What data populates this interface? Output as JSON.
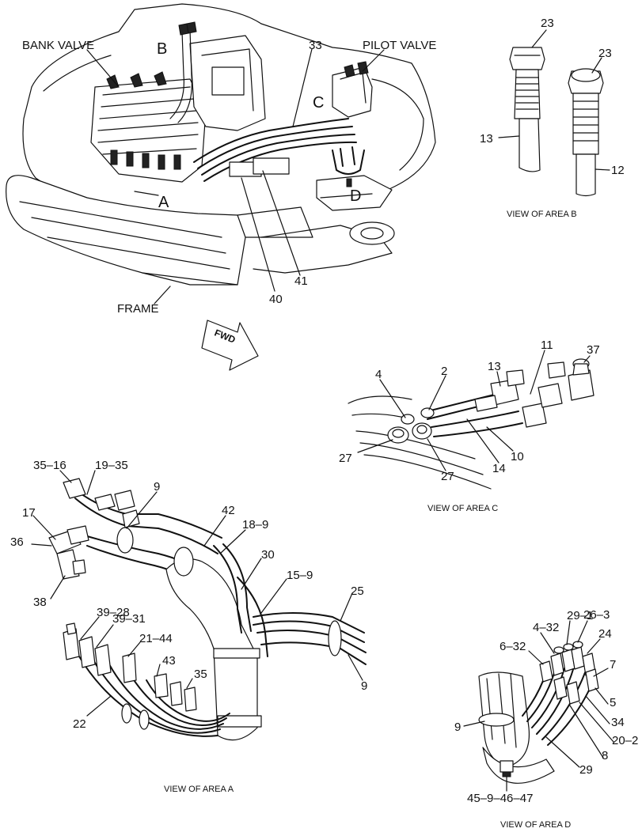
{
  "main": {
    "labels": {
      "bank_valve": "BANK VALVE",
      "pilot_valve": "PILOT VALVE",
      "frame": "FRAME",
      "area_a": "A",
      "area_b": "B",
      "area_c": "C",
      "area_d": "D",
      "c33": "33",
      "c40": "40",
      "c41": "41",
      "fwd": "FWD"
    }
  },
  "view_b": {
    "caption": "VIEW OF AREA  B",
    "c23a": "23",
    "c23b": "23",
    "c13": "13",
    "c12": "12"
  },
  "view_c": {
    "caption": "VIEW OF AREA  C",
    "c4": "4",
    "c2": "2",
    "c13": "13",
    "c11": "11",
    "c37": "37",
    "c27a": "27",
    "c27b": "27",
    "c14": "14",
    "c10": "10"
  },
  "view_a": {
    "caption": "VIEW OF AREA  A",
    "c35_16": "35–16",
    "c19_35": "19–35",
    "c9a": "9",
    "c17": "17",
    "c36": "36",
    "c38": "38",
    "c42": "42",
    "c18_9": "18–9",
    "c30": "30",
    "c15_9": "15–9",
    "c25": "25",
    "c39_28": "39–28",
    "c39_31": "39–31",
    "c21_44": "21–44",
    "c43": "43",
    "c35": "35",
    "c9b": "9",
    "c22": "22"
  },
  "view_d": {
    "caption": "VIEW OF AREA  D",
    "c29_1": "29–1",
    "c4_32": "4–32",
    "c26_3": "26–3",
    "c24": "24",
    "c6_32": "6–32",
    "c7": "7",
    "c5": "5",
    "c34": "34",
    "c20_2": "20–2",
    "c8": "8",
    "c9": "9",
    "c29": "29",
    "c45_47": "45–9–46–47"
  }
}
